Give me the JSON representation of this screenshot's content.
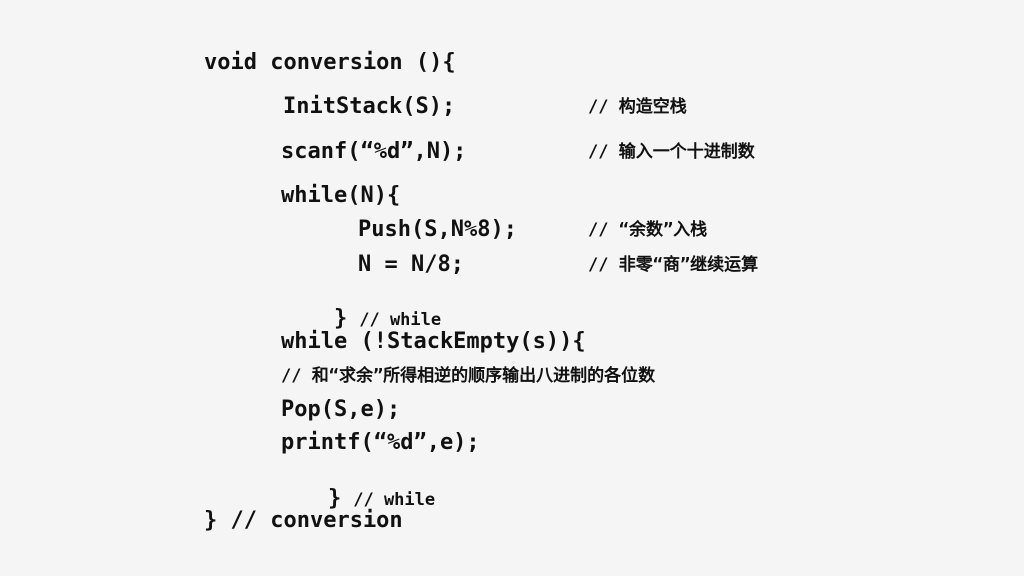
{
  "code": {
    "l1": "void conversion (){",
    "l2": "InitStack(S);",
    "l2c": "// 构造空栈",
    "l3": "scanf(“%d”,N);",
    "l3c": "// 输入一个十进制数",
    "l4": "while(N){",
    "l5": "Push(S,N%8);",
    "l5c": "// “余数”入栈",
    "l6": "N = N/8;",
    "l6c": "// 非零“商”继续运算",
    "l7": "}",
    "l7c": "// while",
    "l8": "while (!StackEmpty(s)){",
    "l9": "// 和“求余”所得相逆的顺序输出八进制的各位数",
    "l10": "Pop(S,e);",
    "l11": "printf(“%d”,e);",
    "l12": "}",
    "l12c": "// while",
    "l13": "} // conversion"
  },
  "colors": {
    "background": "#f5f5f5",
    "text": "#111111"
  }
}
